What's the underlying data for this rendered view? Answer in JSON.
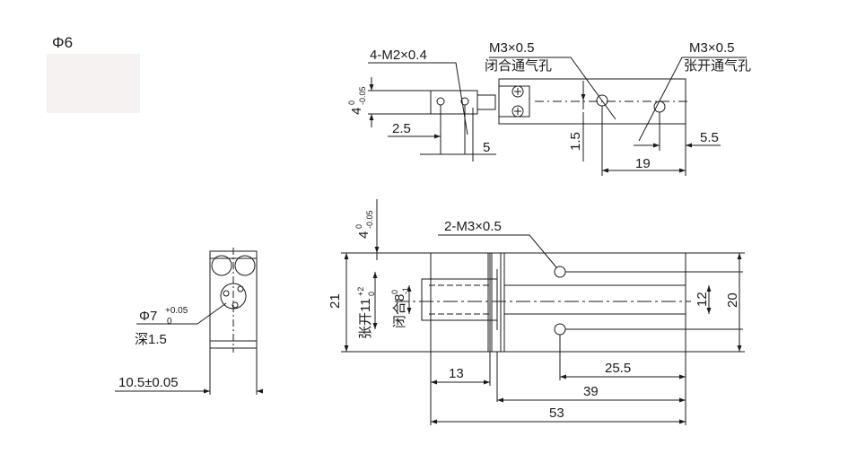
{
  "size_label": "Φ6",
  "top_view": {
    "mount_holes": "4-M2×0.4",
    "close_port": {
      "thread": "M3×0.5",
      "name": "闭合通气孔"
    },
    "open_port": {
      "thread": "M3×0.5",
      "name": "张开通气孔"
    },
    "dim_thickness": {
      "base": "4",
      "sup": "0",
      "sub": "-0.05"
    },
    "dim_2_5": "2.5",
    "dim_5": "5",
    "dim_1_5": "1.5",
    "dim_19": "19",
    "dim_5_5": "5.5"
  },
  "side_view": {
    "bore": {
      "base": "Φ7",
      "sup": "+0.05",
      "sub": "0"
    },
    "depth": "深1.5",
    "width_dim": "10.5±0.05"
  },
  "main_view": {
    "ports": "2-M3×0.5",
    "dim_thickness": {
      "base": "4",
      "sup": "0",
      "sub": "-0.05"
    },
    "dim_21": "21",
    "open_stroke": {
      "base": "张开11",
      "sup": "+2",
      "sub": "0"
    },
    "close_stroke": {
      "base": "闭合8",
      "sup": "0",
      "sub": "-1"
    },
    "dim_12": "12",
    "dim_20": "20",
    "dim_13": "13",
    "dim_25_5": "25.5",
    "dim_39": "39",
    "dim_53": "53"
  }
}
